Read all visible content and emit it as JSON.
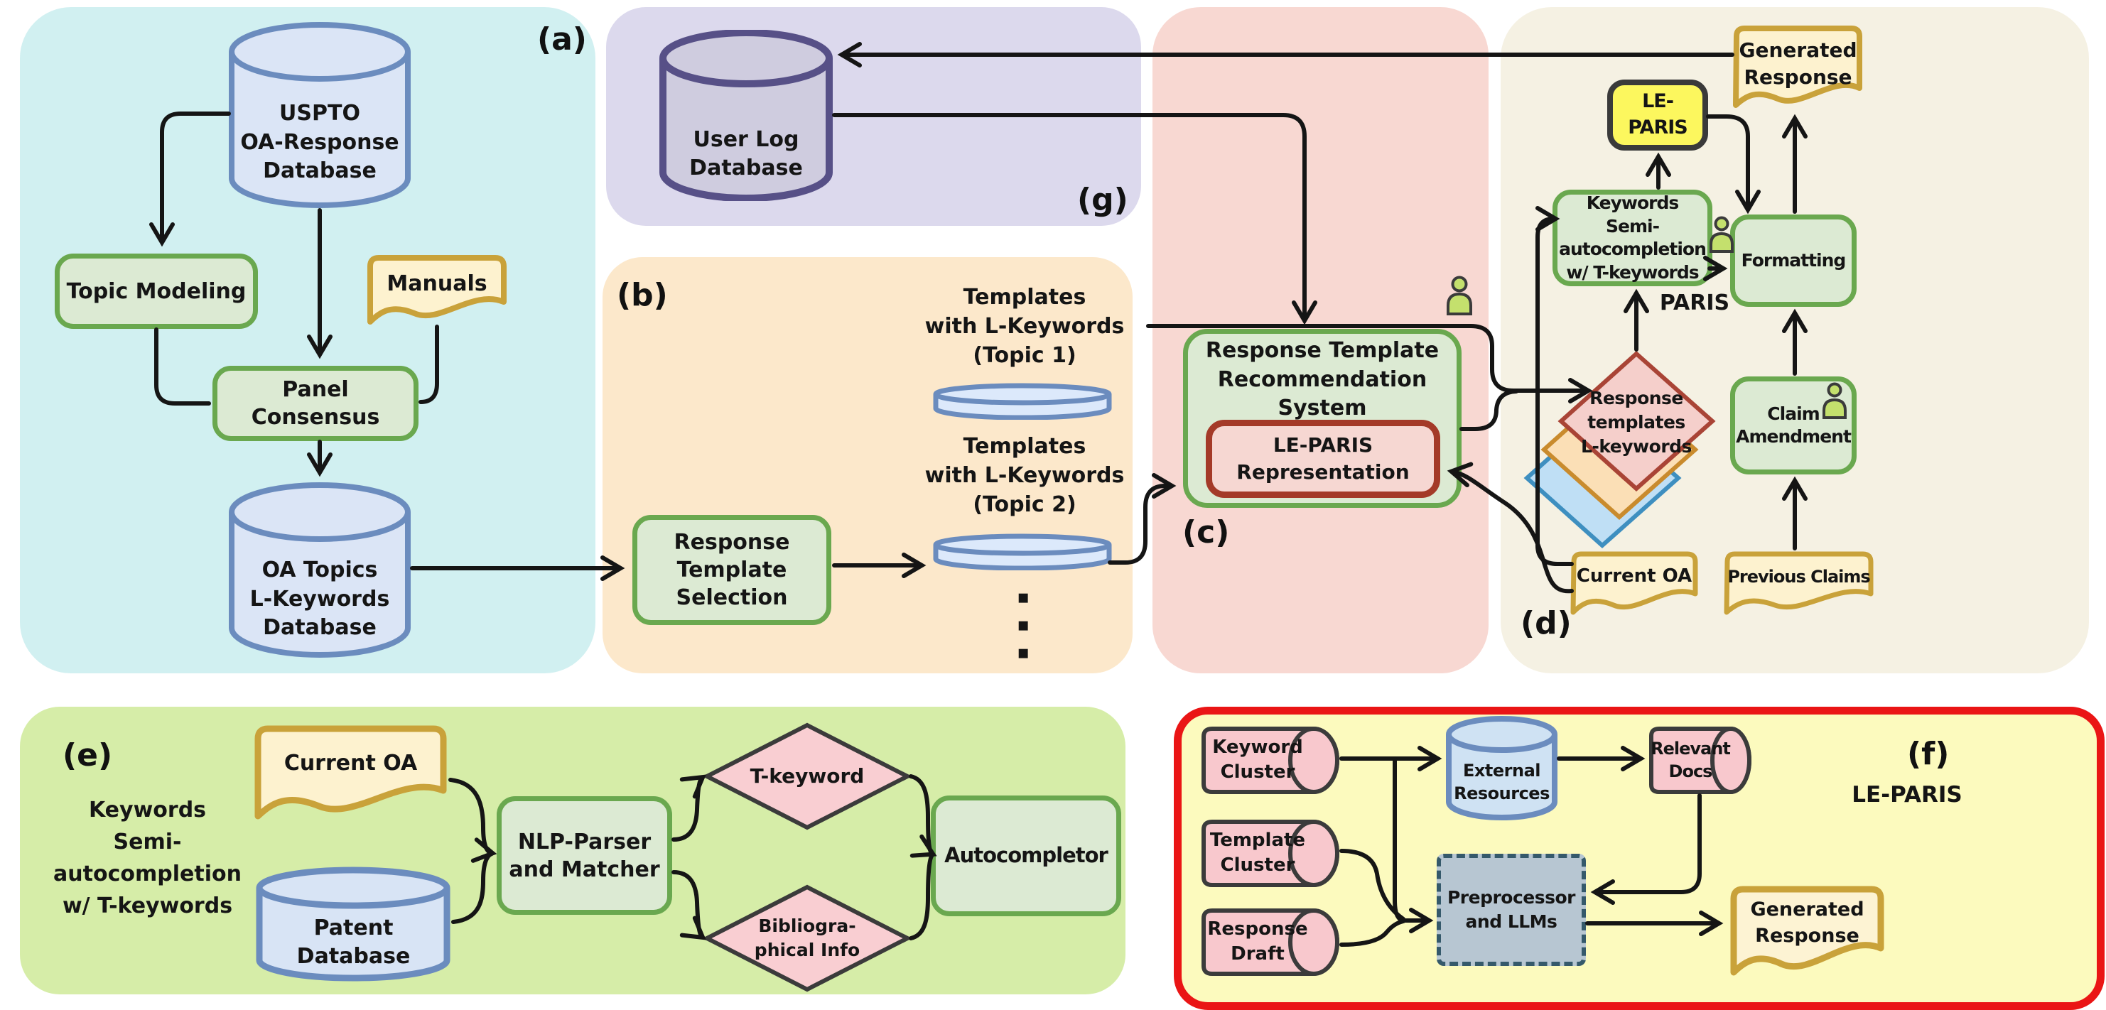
{
  "title": "LE-PARIS system architecture diagram",
  "colors": {
    "panel_a": "#d1f0f1",
    "panel_g": "#dcd9ed",
    "panel_b": "#fce8cb",
    "panel_c": "#f8d8d2",
    "panel_d": "#f5f1e3",
    "panel_e": "#d6eda8",
    "panel_f": "#fcfabe",
    "panel_f_border": "#ea1515",
    "green_box_border": "#6aa84f",
    "green_box_fill": "#dcead3",
    "blue_cylinder": "#dbe5f6",
    "blue_cylinder_border": "#6b8cbe",
    "purple_cylinder": "#cfccdf",
    "purple_cylinder_border": "#575087",
    "doc_fill": "#fdf2cf",
    "doc_border": "#c9a23a",
    "diamond_pink": "#f8ced2",
    "leparis_yellow": "#fcf75e",
    "rep_box_border": "#a43a28",
    "preprocessor_fill": "#b7c6d2",
    "person_green": "#c4e06d",
    "arrow": "#151515"
  },
  "panels": {
    "a": {
      "tag": "(a)",
      "nodes": {
        "uspto_db": {
          "label": "USPTO\nOA-Response\nDatabase"
        },
        "topic_modeling": {
          "label": "Topic Modeling"
        },
        "manuals": {
          "label": "Manuals"
        },
        "panel_consensus": {
          "label": "Panel Consensus"
        },
        "oa_topics_db": {
          "label": "OA Topics\nL-Keywords\nDatabase"
        }
      }
    },
    "g": {
      "tag": "(g)",
      "nodes": {
        "user_log_db": {
          "label": "User Log\nDatabase"
        }
      }
    },
    "b": {
      "tag": "(b)",
      "nodes": {
        "response_template_selection": {
          "label": "Response\nTemplate\nSelection"
        },
        "templates_topic1": {
          "label": "Templates\nwith L-Keywords\n(Topic 1)"
        },
        "templates_topic2": {
          "label": "Templates\nwith L-Keywords\n(Topic 2)"
        },
        "ellipsis": "▪\n▪\n▪"
      }
    },
    "c": {
      "tag": "(c)",
      "nodes": {
        "rtrs": {
          "label": "Response Template\nRecommendation\nSystem"
        },
        "le_paris_representation": {
          "label": "LE-PARIS\nRepresentation"
        },
        "user_icon": "person"
      }
    },
    "d": {
      "tag": "(d)",
      "nodes": {
        "generated_response": {
          "label": "Generated\nResponse"
        },
        "le_paris": {
          "label": "LE-PARIS"
        },
        "ksa": {
          "label": "Keywords Semi-\nautocompletion\nw/ T-keywords"
        },
        "paris_note": "PARIS",
        "formatting": {
          "label": "Formatting",
          "icon": "person"
        },
        "response_templates_stack": {
          "label": "Response\ntemplates\nL-keywords"
        },
        "claim_amendment": {
          "label": "Claim\nAmendment",
          "icon": "person"
        },
        "current_oa": {
          "label": "Current OA"
        },
        "previous_claims": {
          "label": "Previous Claims"
        }
      }
    },
    "e": {
      "tag": "(e)",
      "heading": "Keywords\nSemi-\nautocompletion\nw/ T-keywords",
      "nodes": {
        "current_oa": {
          "label": "Current OA"
        },
        "patent_db": {
          "label": "Patent\nDatabase"
        },
        "nlp_parser": {
          "label": "NLP-Parser\nand Matcher"
        },
        "t_keyword": {
          "label": "T-keyword"
        },
        "bibliographical_info": {
          "label": "Bibliogra-\nphical Info"
        },
        "autocompletor": {
          "label": "Autocompletor"
        }
      }
    },
    "f": {
      "tag": "(f)",
      "subtitle": "LE-PARIS",
      "nodes": {
        "keyword_cluster": {
          "label": "Keyword\nCluster"
        },
        "template_cluster": {
          "label": "Template\nCluster"
        },
        "response_draft": {
          "label": "Response\nDraft"
        },
        "external_resources": {
          "label": "External\nResources"
        },
        "relevant_docs": {
          "label": "Relevant\nDocs"
        },
        "preprocessor": {
          "label": "Preprocessor\nand LLMs"
        },
        "generated_response": {
          "label": "Generated\nResponse"
        }
      }
    }
  }
}
